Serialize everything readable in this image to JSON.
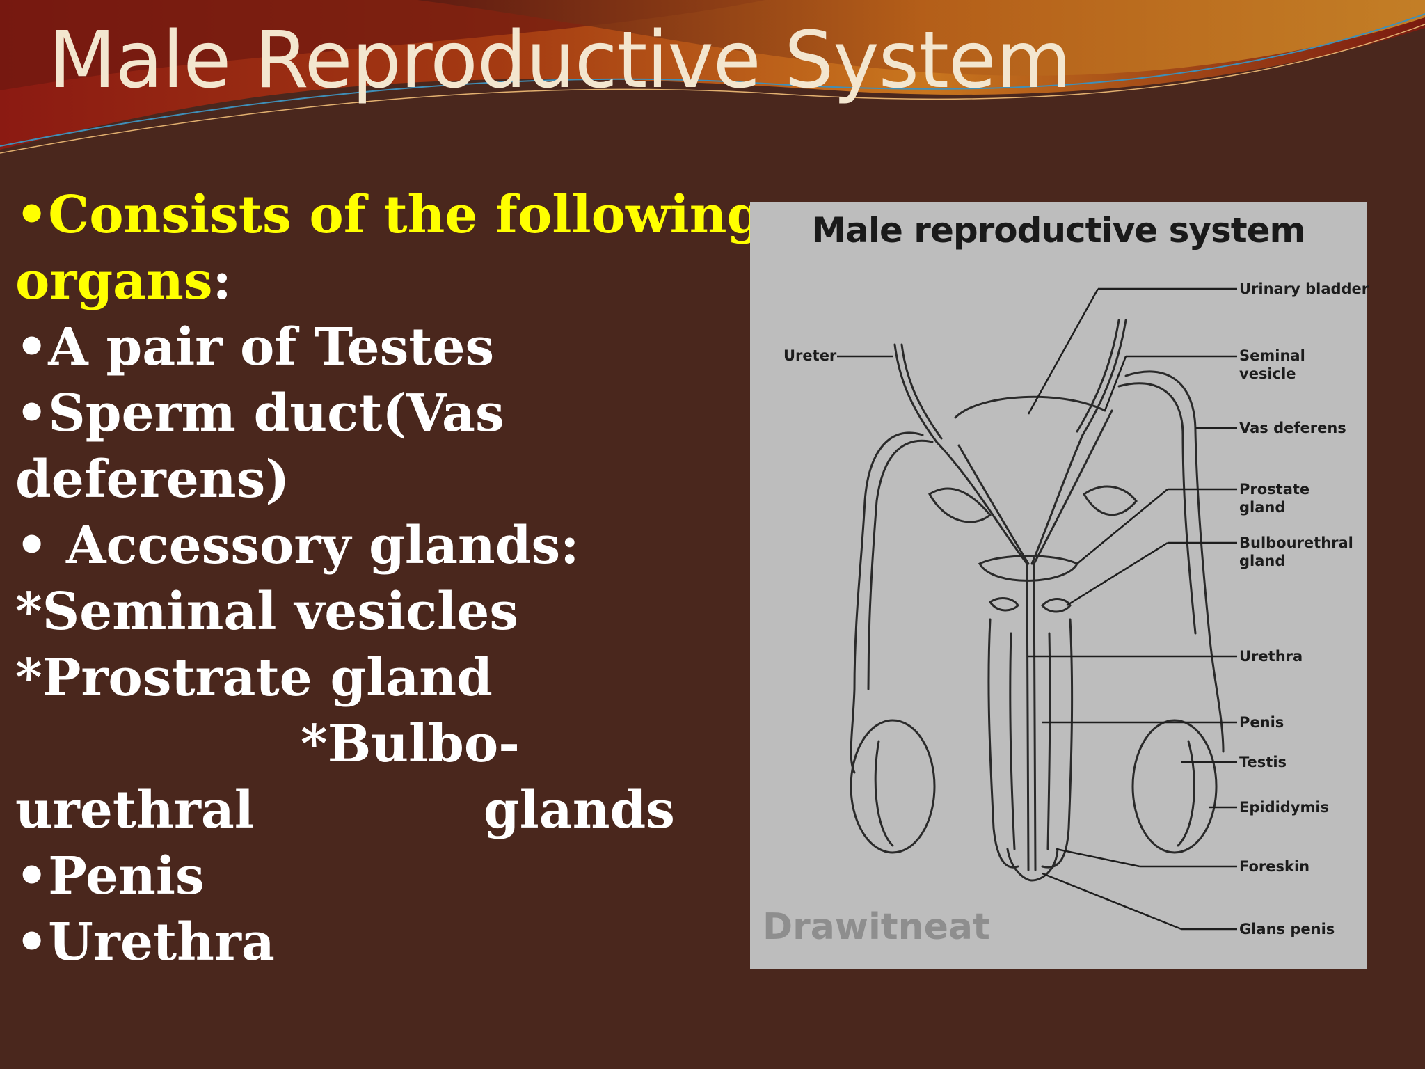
{
  "slide": {
    "title": "Male Reproductive System",
    "bullets": {
      "intro_a": "•Consists of the following",
      "intro_b": "organs",
      "intro_colon": ":",
      "testes": "•A pair of Testes",
      "sperm_duct_a": "•Sperm duct(Vas",
      "sperm_duct_b": "deferens)",
      "accessory": "• Accessory glands:",
      "seminal": "*Seminal vesicles",
      "prostrate": "*Prostrate  gland",
      "bulbo": "*Bulbo-",
      "urethral": "urethral",
      "glands": "glands",
      "penis": "•Penis",
      "urethra": "•Urethra"
    }
  },
  "diagram": {
    "title": "Male reproductive system",
    "watermark": "Drawitneat",
    "labels": {
      "ureter": "Ureter",
      "urinary_bladder": "Urinary bladder",
      "seminal_vesicle_a": "Seminal",
      "seminal_vesicle_b": "vesicle",
      "vas_deferens": "Vas deferens",
      "prostate_a": "Prostate",
      "prostate_b": "gland",
      "bulbourethral_a": "Bulbourethral",
      "bulbourethral_b": "gland",
      "urethra": "Urethra",
      "penis": "Penis",
      "testis": "Testis",
      "epididymis": "Epididymis",
      "foreskin": "Foreskin",
      "glans_penis": "Glans penis"
    }
  }
}
